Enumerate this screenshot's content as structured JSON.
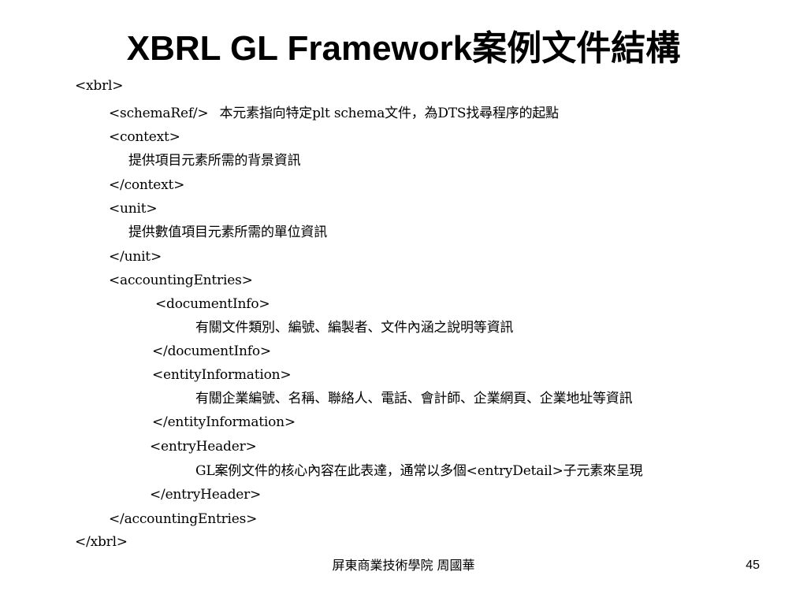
{
  "slide": {
    "title": "XBRL GL Framework案例文件結構",
    "footer_author": "屏東商業技術學院  周國華",
    "page_number": "45"
  },
  "xml_lines": {
    "xbrl_open": "<xbrl>",
    "schemaref_tag": "<schemaRef/>",
    "schemaref_desc": "本元素指向特定plt schema文件，為DTS找尋程序的起點",
    "context_open": "<context>",
    "context_desc": "提供項目元素所需的背景資訊",
    "context_close": "</context>",
    "unit_open": "<unit>",
    "unit_desc": "提供數值項目元素所需的單位資訊",
    "unit_close": "</unit>",
    "accountingentries_open": "<accountingEntries>",
    "documentinfo_open": "<documentInfo>",
    "documentinfo_desc": "有關文件類別、編號、編製者、文件內涵之說明等資訊",
    "documentinfo_close": "</documentInfo>",
    "entityinformation_open": "<entityInformation>",
    "entityinformation_desc": "有關企業編號、名稱、聯絡人、電話、會計師、企業網頁、企業地址等資訊",
    "entityinformation_close": "</entityInformation>",
    "entryheader_open": "<entryHeader>",
    "entryheader_desc": "GL案例文件的核心內容在此表達，通常以多個<entryDetail>子元素來呈現",
    "entryheader_close": "</entryHeader>",
    "accountingentries_close": "</accountingEntries>",
    "xbrl_close": "</xbrl>"
  }
}
